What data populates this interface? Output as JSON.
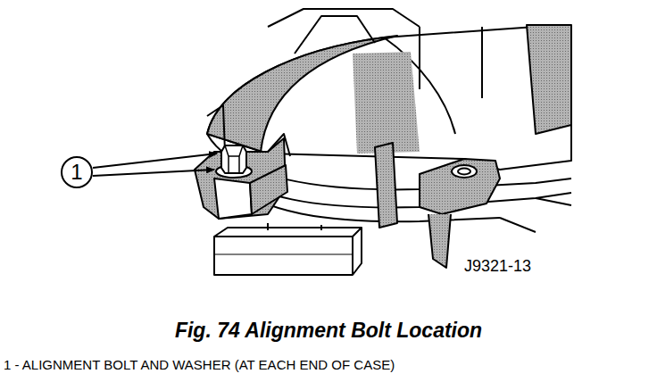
{
  "diagram": {
    "caption": "Fig. 74 Alignment Bolt Location",
    "nodes": [
      {
        "text": [
          "1"
        ]
      }
    ],
    "labels": [
      "J9321-13",
      "1 - ALIGNMENT BOLT AND WASHER (AT EACH END OF CASE)"
    ]
  }
}
